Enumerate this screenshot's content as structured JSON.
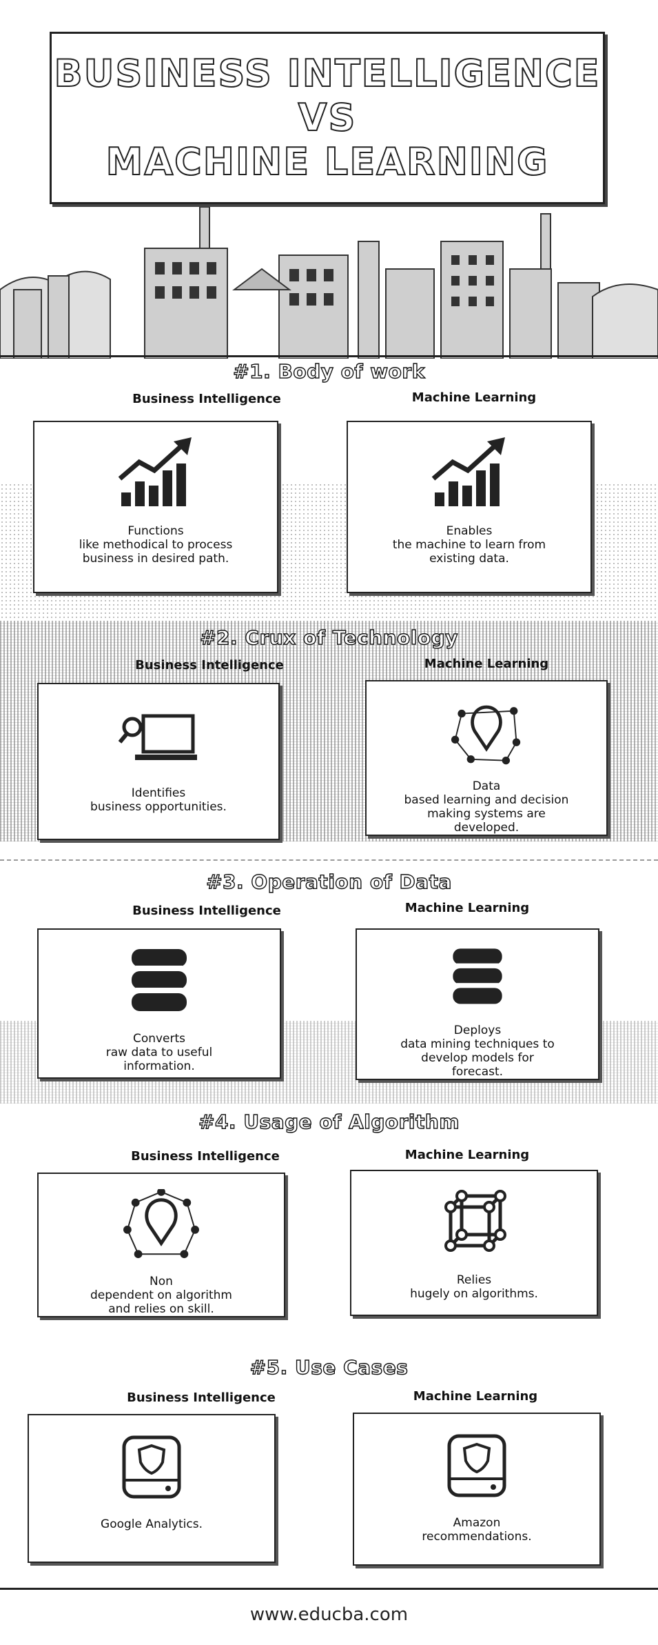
{
  "header": {
    "title_line1": "BUSINESS INTELLIGENCE",
    "title_line2": "VS",
    "title_line3": "MACHINE LEARNING"
  },
  "sections": [
    {
      "title": "#1. Body of work",
      "left_label": "Business Intelligence",
      "right_label": "Machine Learning",
      "left_text": "Functions\nlike methodical to process\nbusiness in desired path.",
      "right_text": "Enables\nthe machine to learn from\nexisting data.",
      "left_icon": "growth-chart-icon",
      "right_icon": "growth-chart-icon"
    },
    {
      "title": "#2. Crux of Technology",
      "left_label": "Business Intelligence",
      "right_label": "Machine Learning",
      "left_text": "Identifies\nbusiness opportunities.",
      "right_text": "Data\nbased learning and decision\nmaking systems are\ndeveloped.",
      "left_icon": "laptop-search-icon",
      "right_icon": "network-pin-icon"
    },
    {
      "title": "#3. Operation of Data",
      "left_label": "Business Intelligence",
      "right_label": "Machine Learning",
      "left_text": "Converts\nraw data to useful\ninformation.",
      "right_text": "Deploys\ndata mining techniques to\ndevelop models for\nforecast.",
      "left_icon": "database-icon",
      "right_icon": "database-icon"
    },
    {
      "title": "#4. Usage of Algorithm",
      "left_label": "Business Intelligence",
      "right_label": "Machine Learning",
      "left_text": "Non\ndependent on algorithm\nand relies on skill.",
      "right_text": "Relies\nhugely on algorithms.",
      "left_icon": "network-pin-icon",
      "right_icon": "node-grid-icon"
    },
    {
      "title": "#5. Use Cases",
      "left_label": "Business Intelligence",
      "right_label": "Machine Learning",
      "left_text": "Google Analytics.",
      "right_text": "Amazon\nrecommendations.",
      "left_icon": "shield-drive-icon",
      "right_icon": "shield-drive-icon"
    }
  ],
  "footer": {
    "url": "www.educba.com"
  }
}
